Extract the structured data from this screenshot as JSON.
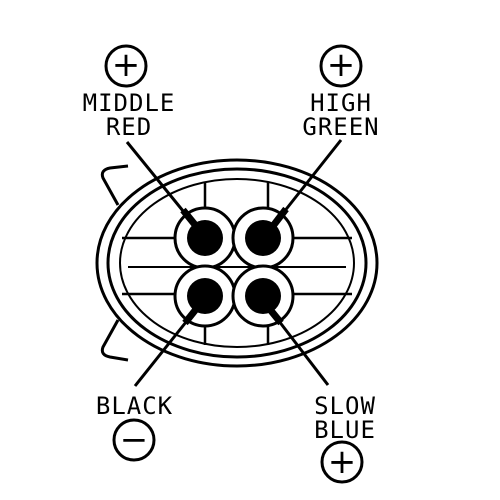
{
  "labels": {
    "top_left_line1": "MIDDLE",
    "top_left_line2": "RED",
    "top_right_line1": "HIGH",
    "top_right_line2": "GREEN",
    "bottom_left": "BLACK",
    "bottom_right_line1": "SLOW",
    "bottom_right_line2": "BLUE"
  },
  "polarity": {
    "top_left": "+",
    "top_right": "+",
    "bottom_left": "−",
    "bottom_right": "+"
  },
  "colors": {
    "ink": "#000000",
    "background": "#ffffff"
  }
}
